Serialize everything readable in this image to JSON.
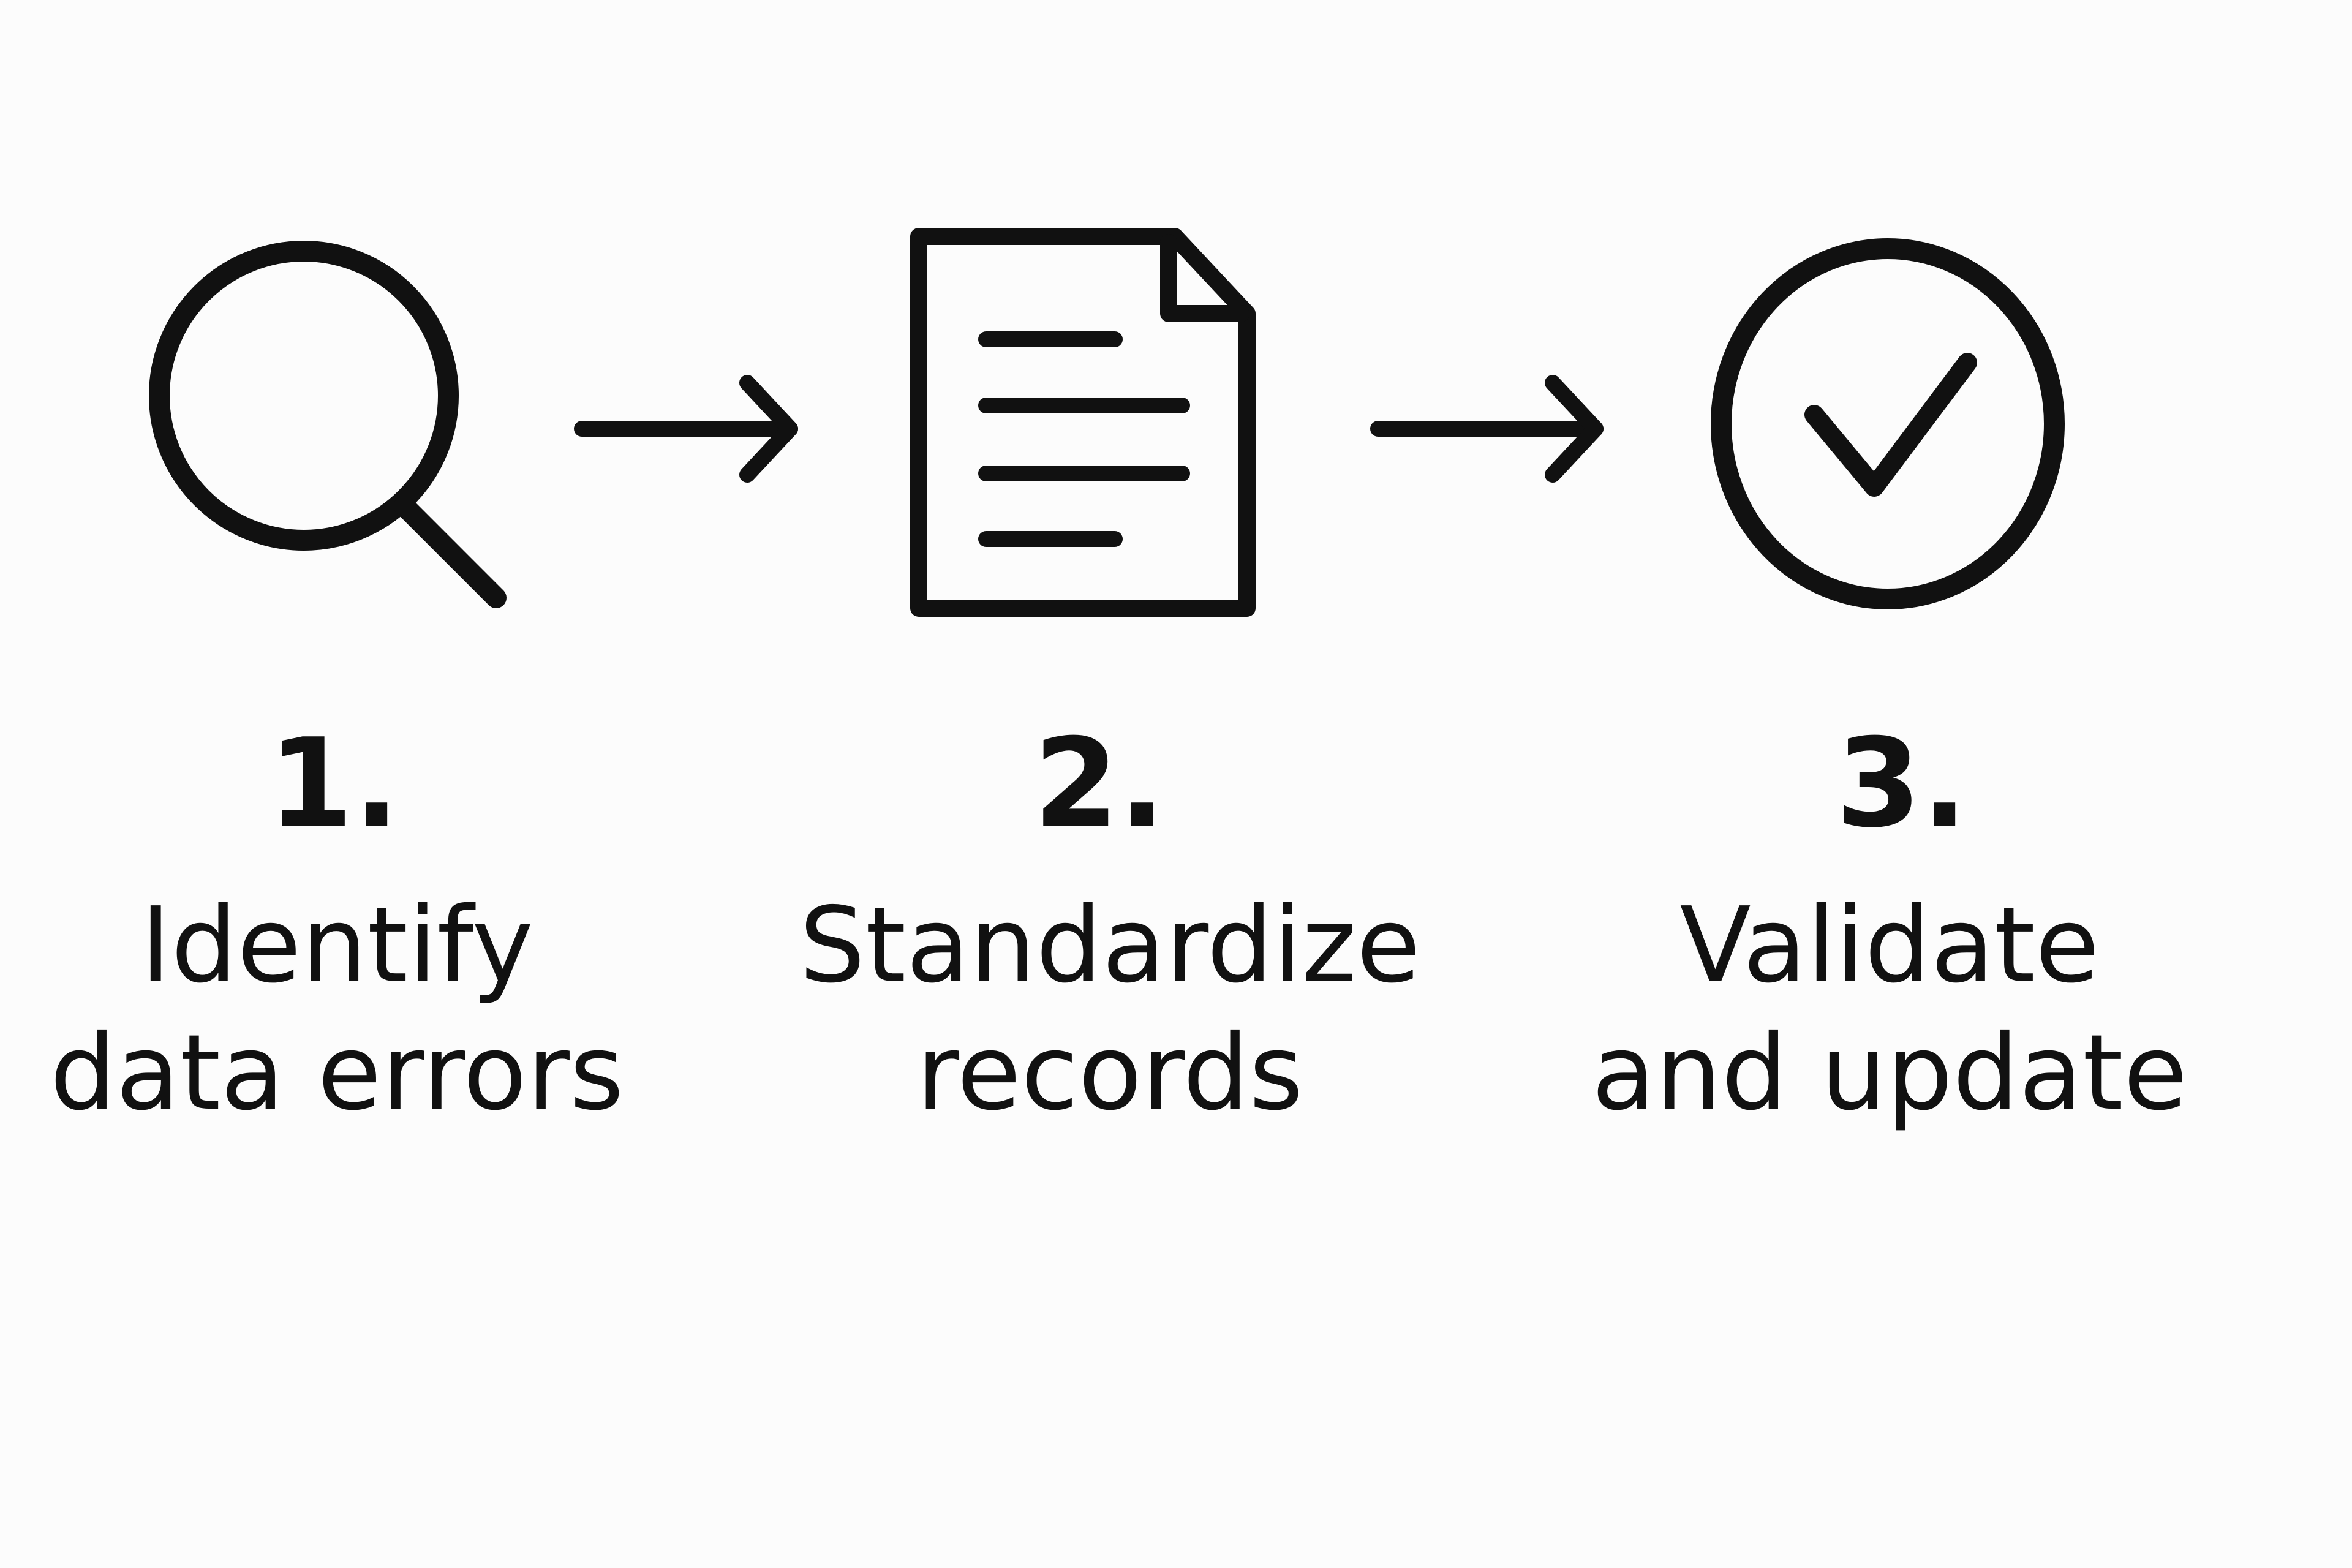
{
  "diagram": {
    "stroke_color": "#111111",
    "background_color": "#fcfcfc",
    "steps": [
      {
        "icon": "magnifier-icon",
        "number": "1.",
        "label_lines": [
          "Identify",
          "data errors"
        ]
      },
      {
        "icon": "document-icon",
        "number": "2.",
        "label_lines": [
          "Standardize",
          "records"
        ]
      },
      {
        "icon": "check-circle-icon",
        "number": "3.",
        "label_lines": [
          "Validate",
          "and update"
        ]
      }
    ],
    "connectors": [
      {
        "from_step": 1,
        "to_step": 2,
        "icon": "arrow-right-icon"
      },
      {
        "from_step": 2,
        "to_step": 3,
        "icon": "arrow-right-icon"
      }
    ]
  }
}
